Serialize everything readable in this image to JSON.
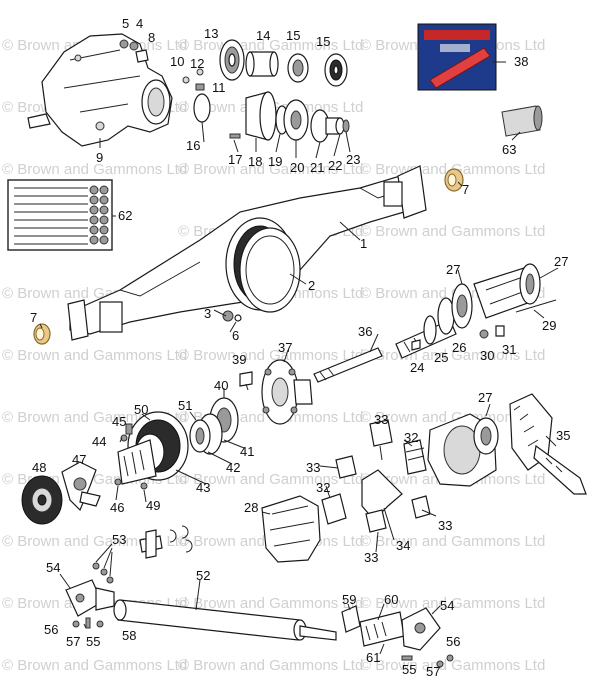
{
  "watermark": {
    "text": "© Brown and Gammons Ltd",
    "color": "#d0d0d0"
  },
  "colors": {
    "line": "#222222",
    "bushing": "#e8c98a",
    "sealant_tube": "#c62828",
    "sealant_box": "#1e3a8a"
  },
  "callouts": [
    {
      "id": "c1",
      "label": "1"
    },
    {
      "id": "c2",
      "label": "2"
    },
    {
      "id": "c3",
      "label": "3"
    },
    {
      "id": "c4",
      "label": "4"
    },
    {
      "id": "c5",
      "label": "5"
    },
    {
      "id": "c6",
      "label": "6"
    },
    {
      "id": "c7a",
      "label": "7"
    },
    {
      "id": "c7b",
      "label": "7"
    },
    {
      "id": "c8",
      "label": "8"
    },
    {
      "id": "c9",
      "label": "9"
    },
    {
      "id": "c10",
      "label": "10"
    },
    {
      "id": "c11",
      "label": "11"
    },
    {
      "id": "c12",
      "label": "12"
    },
    {
      "id": "c13",
      "label": "13"
    },
    {
      "id": "c14",
      "label": "14"
    },
    {
      "id": "c15a",
      "label": "15"
    },
    {
      "id": "c15b",
      "label": "15"
    },
    {
      "id": "c16",
      "label": "16"
    },
    {
      "id": "c17",
      "label": "17"
    },
    {
      "id": "c18",
      "label": "18"
    },
    {
      "id": "c19",
      "label": "19"
    },
    {
      "id": "c20",
      "label": "20"
    },
    {
      "id": "c21",
      "label": "21"
    },
    {
      "id": "c22",
      "label": "22"
    },
    {
      "id": "c23",
      "label": "23"
    },
    {
      "id": "c24",
      "label": "24"
    },
    {
      "id": "c25",
      "label": "25"
    },
    {
      "id": "c26",
      "label": "26"
    },
    {
      "id": "c27a",
      "label": "27"
    },
    {
      "id": "c27b",
      "label": "27"
    },
    {
      "id": "c27c",
      "label": "27"
    },
    {
      "id": "c28",
      "label": "28"
    },
    {
      "id": "c29",
      "label": "29"
    },
    {
      "id": "c30",
      "label": "30"
    },
    {
      "id": "c31",
      "label": "31"
    },
    {
      "id": "c32a",
      "label": "32"
    },
    {
      "id": "c32b",
      "label": "32"
    },
    {
      "id": "c33a",
      "label": "33"
    },
    {
      "id": "c33b",
      "label": "33"
    },
    {
      "id": "c33c",
      "label": "33"
    },
    {
      "id": "c33d",
      "label": "33"
    },
    {
      "id": "c34",
      "label": "34"
    },
    {
      "id": "c35",
      "label": "35"
    },
    {
      "id": "c36",
      "label": "36"
    },
    {
      "id": "c37",
      "label": "37"
    },
    {
      "id": "c38",
      "label": "38"
    },
    {
      "id": "c39",
      "label": "39"
    },
    {
      "id": "c40",
      "label": "40"
    },
    {
      "id": "c41",
      "label": "41"
    },
    {
      "id": "c42",
      "label": "42"
    },
    {
      "id": "c43",
      "label": "43"
    },
    {
      "id": "c44",
      "label": "44"
    },
    {
      "id": "c45",
      "label": "45"
    },
    {
      "id": "c46",
      "label": "46"
    },
    {
      "id": "c47",
      "label": "47"
    },
    {
      "id": "c48",
      "label": "48"
    },
    {
      "id": "c49",
      "label": "49"
    },
    {
      "id": "c50",
      "label": "50"
    },
    {
      "id": "c51",
      "label": "51"
    },
    {
      "id": "c52",
      "label": "52"
    },
    {
      "id": "c53",
      "label": "53"
    },
    {
      "id": "c54a",
      "label": "54"
    },
    {
      "id": "c54b",
      "label": "54"
    },
    {
      "id": "c55a",
      "label": "55"
    },
    {
      "id": "c55b",
      "label": "55"
    },
    {
      "id": "c56a",
      "label": "56"
    },
    {
      "id": "c56b",
      "label": "56"
    },
    {
      "id": "c57a",
      "label": "57"
    },
    {
      "id": "c57b",
      "label": "57"
    },
    {
      "id": "c58",
      "label": "58"
    },
    {
      "id": "c59",
      "label": "59"
    },
    {
      "id": "c60",
      "label": "60"
    },
    {
      "id": "c61",
      "label": "61"
    },
    {
      "id": "c62",
      "label": "62"
    },
    {
      "id": "c63",
      "label": "63"
    }
  ]
}
